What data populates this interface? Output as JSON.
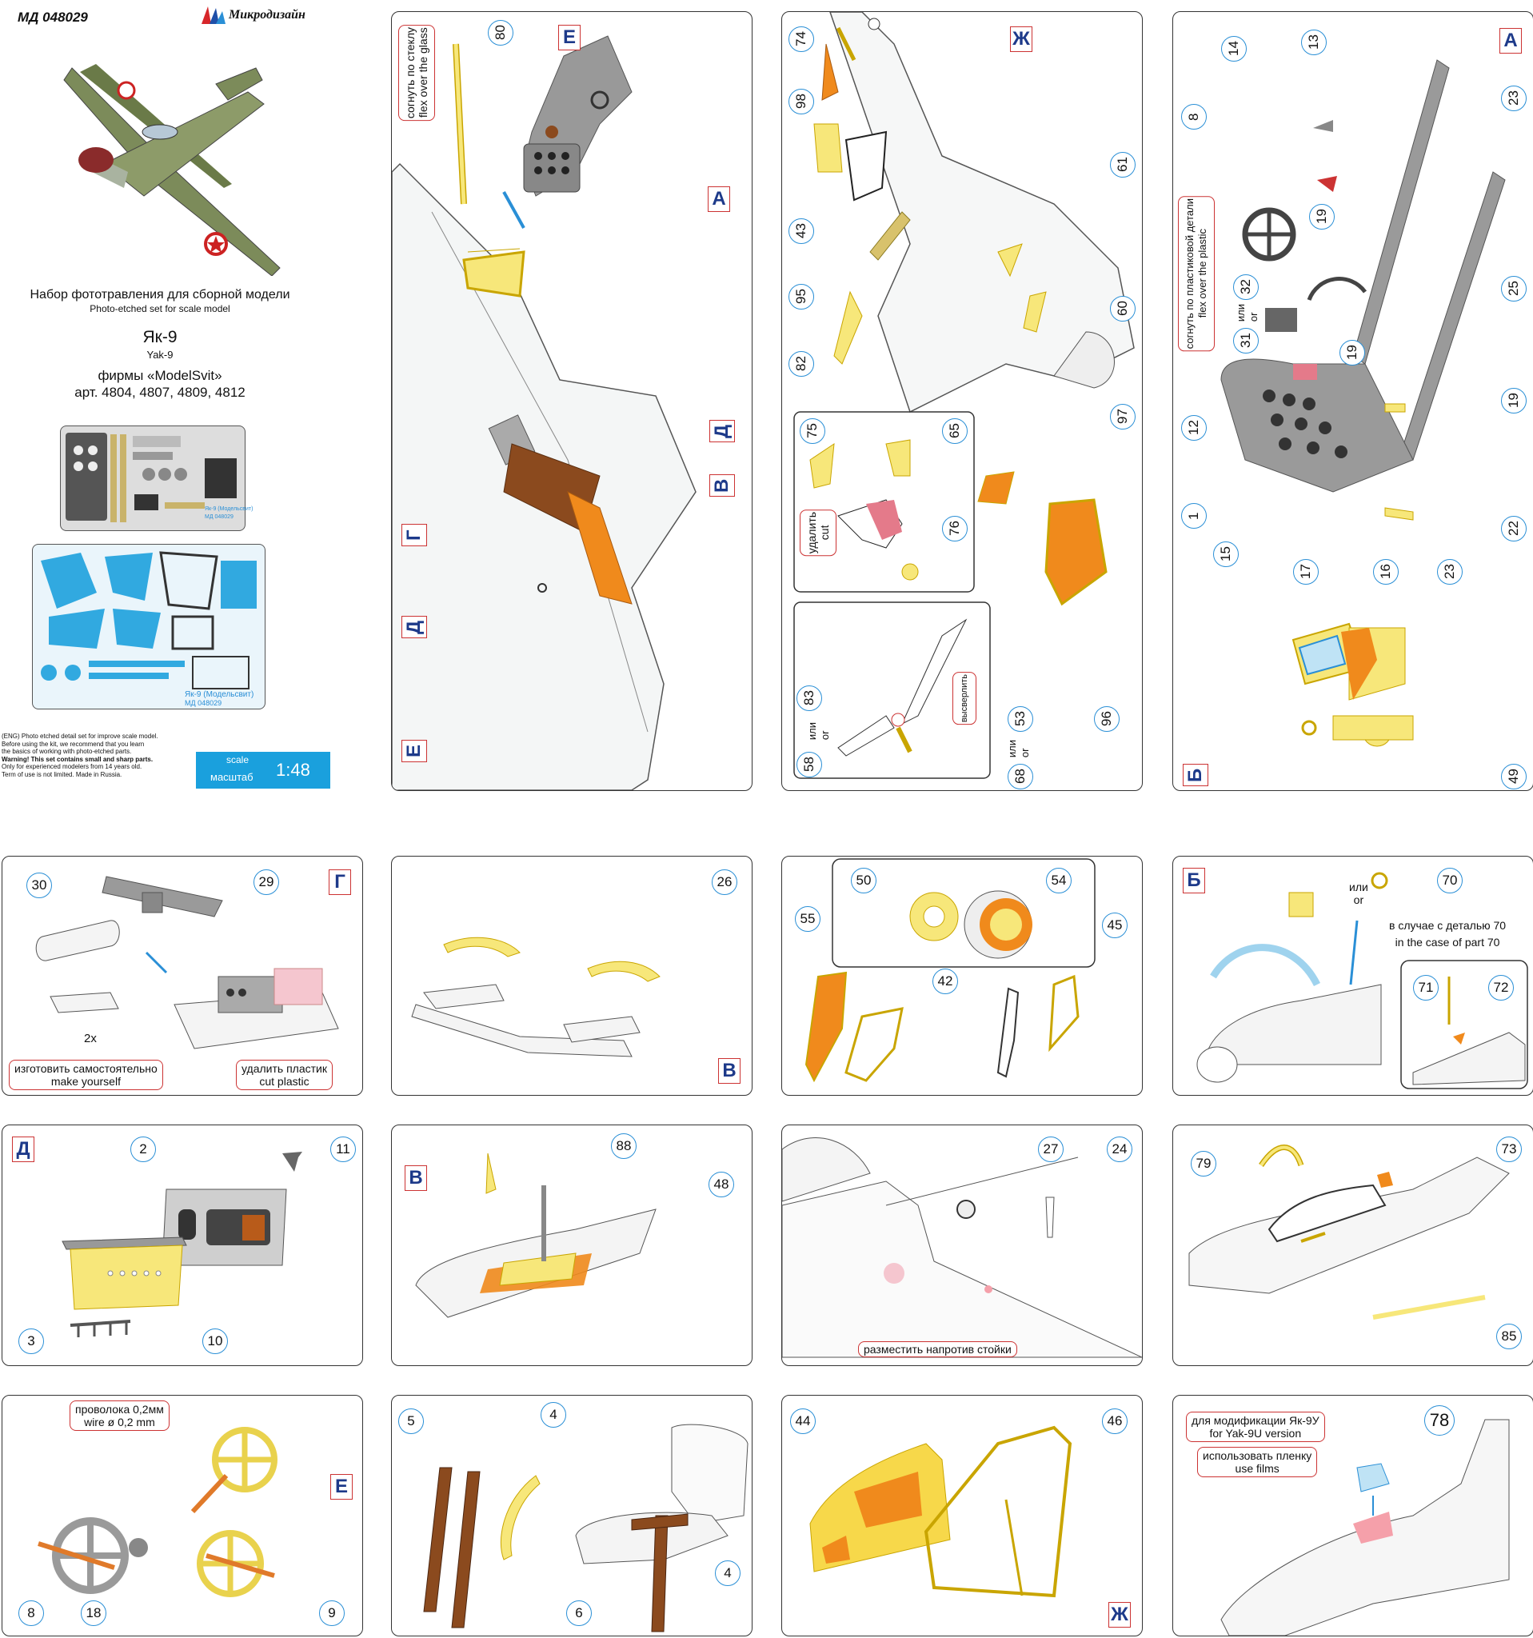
{
  "header": {
    "code": "МД 048029",
    "brand": "Микродизайн",
    "title_ru": "Набор фототравления для сборной модели",
    "title_en": "Photo-etched set for scale model",
    "model_ru": "Як-9",
    "model_en": "Yak-9",
    "firm": "фирмы «ModelSvit»",
    "articles": "арт. 4804, 4807, 4809, 4812",
    "fret_caption": "Як-9 (Модельсвит)",
    "fret_code": "МД 048029"
  },
  "disclaimer": {
    "lines": [
      "(ENG) Photo etched detail set for improve scale model.",
      "Before using the kit, we recommend that you learn",
      "the basics of working with photo-etched parts.",
      "Warning! This set contains small and sharp parts.",
      "Only for experienced modelers from 14 years old.",
      "Term of use is not limited. Made in Russia."
    ]
  },
  "scale": {
    "label_en": "scale",
    "label_ru": "масштаб",
    "value": "1:48"
  },
  "colors": {
    "callout_border": "#2a8fd6",
    "letter_border": "#cc3333",
    "letter_text": "#1d3a8a",
    "pe_yellow": "#f7e77a",
    "pe_orange": "#f08a1c",
    "leather": "#8b4a1e",
    "panel_gray": "#9a9a9a",
    "film_blue": "#bfe3f5"
  },
  "panels": {
    "p1": {
      "letters": [
        "Е",
        "А",
        "Д",
        "В",
        "Г",
        "Д",
        "Е"
      ],
      "numbers": [
        "80"
      ],
      "notes": [
        "согнуть по стеклу\nflex over the glass"
      ]
    },
    "p2": {
      "letters": [
        "Ж"
      ],
      "numbers": [
        "74",
        "98",
        "43",
        "95",
        "82",
        "61",
        "60",
        "97",
        "75",
        "65",
        "76",
        "83",
        "58",
        "53",
        "68",
        "96"
      ],
      "notes": [
        "удалить\ncut",
        "высверлить"
      ],
      "texts": [
        "или\nor",
        "или\nor"
      ]
    },
    "p3": {
      "letters": [
        "А",
        "Б"
      ],
      "numbers": [
        "14",
        "13",
        "8",
        "23",
        "19",
        "32",
        "31",
        "25",
        "19",
        "12",
        "19",
        "1",
        "15",
        "17",
        "16",
        "23",
        "22",
        "49"
      ],
      "notes": [
        "согнуть по пластиковой детали\nflex over the plastic"
      ],
      "texts": [
        "или\nor"
      ]
    },
    "p4": {
      "letters": [
        "Г"
      ],
      "numbers": [
        "30",
        "29"
      ],
      "notes": [
        "изготовить самостоятельно\nmake yourself",
        "удалить пластик\ncut plastic"
      ],
      "texts": [
        "2x"
      ]
    },
    "p5": {
      "letters": [
        "В"
      ],
      "numbers": [
        "26"
      ]
    },
    "p6": {
      "numbers": [
        "50",
        "54",
        "55",
        "42",
        "45"
      ]
    },
    "p7": {
      "letters": [
        "Б"
      ],
      "numbers": [
        "70",
        "71",
        "72"
      ],
      "texts": [
        "или\nor",
        "в случае с деталью 70\nin the case of part 70"
      ]
    },
    "p8": {
      "letters": [
        "Д"
      ],
      "numbers": [
        "2",
        "11",
        "3",
        "10"
      ]
    },
    "p9": {
      "letters": [
        "В"
      ],
      "numbers": [
        "88",
        "48"
      ]
    },
    "p10": {
      "numbers": [
        "27",
        "24"
      ],
      "notes": [
        "разместить напротив стойки"
      ]
    },
    "p11": {
      "numbers": [
        "79",
        "73",
        "85"
      ]
    },
    "p12": {
      "letters": [
        "Е"
      ],
      "numbers": [
        "8",
        "18",
        "9"
      ],
      "notes": [
        "проволока 0,2мм\nwire ø 0,2 mm"
      ]
    },
    "p13": {
      "numbers": [
        "5",
        "4",
        "6",
        "4"
      ]
    },
    "p14": {
      "letters": [
        "Ж"
      ],
      "numbers": [
        "44",
        "46"
      ]
    },
    "p15": {
      "numbers": [
        "78"
      ],
      "notes": [
        "для модификации Як-9У\nfor Yak-9U version",
        "использовать пленку\nuse films"
      ]
    }
  }
}
